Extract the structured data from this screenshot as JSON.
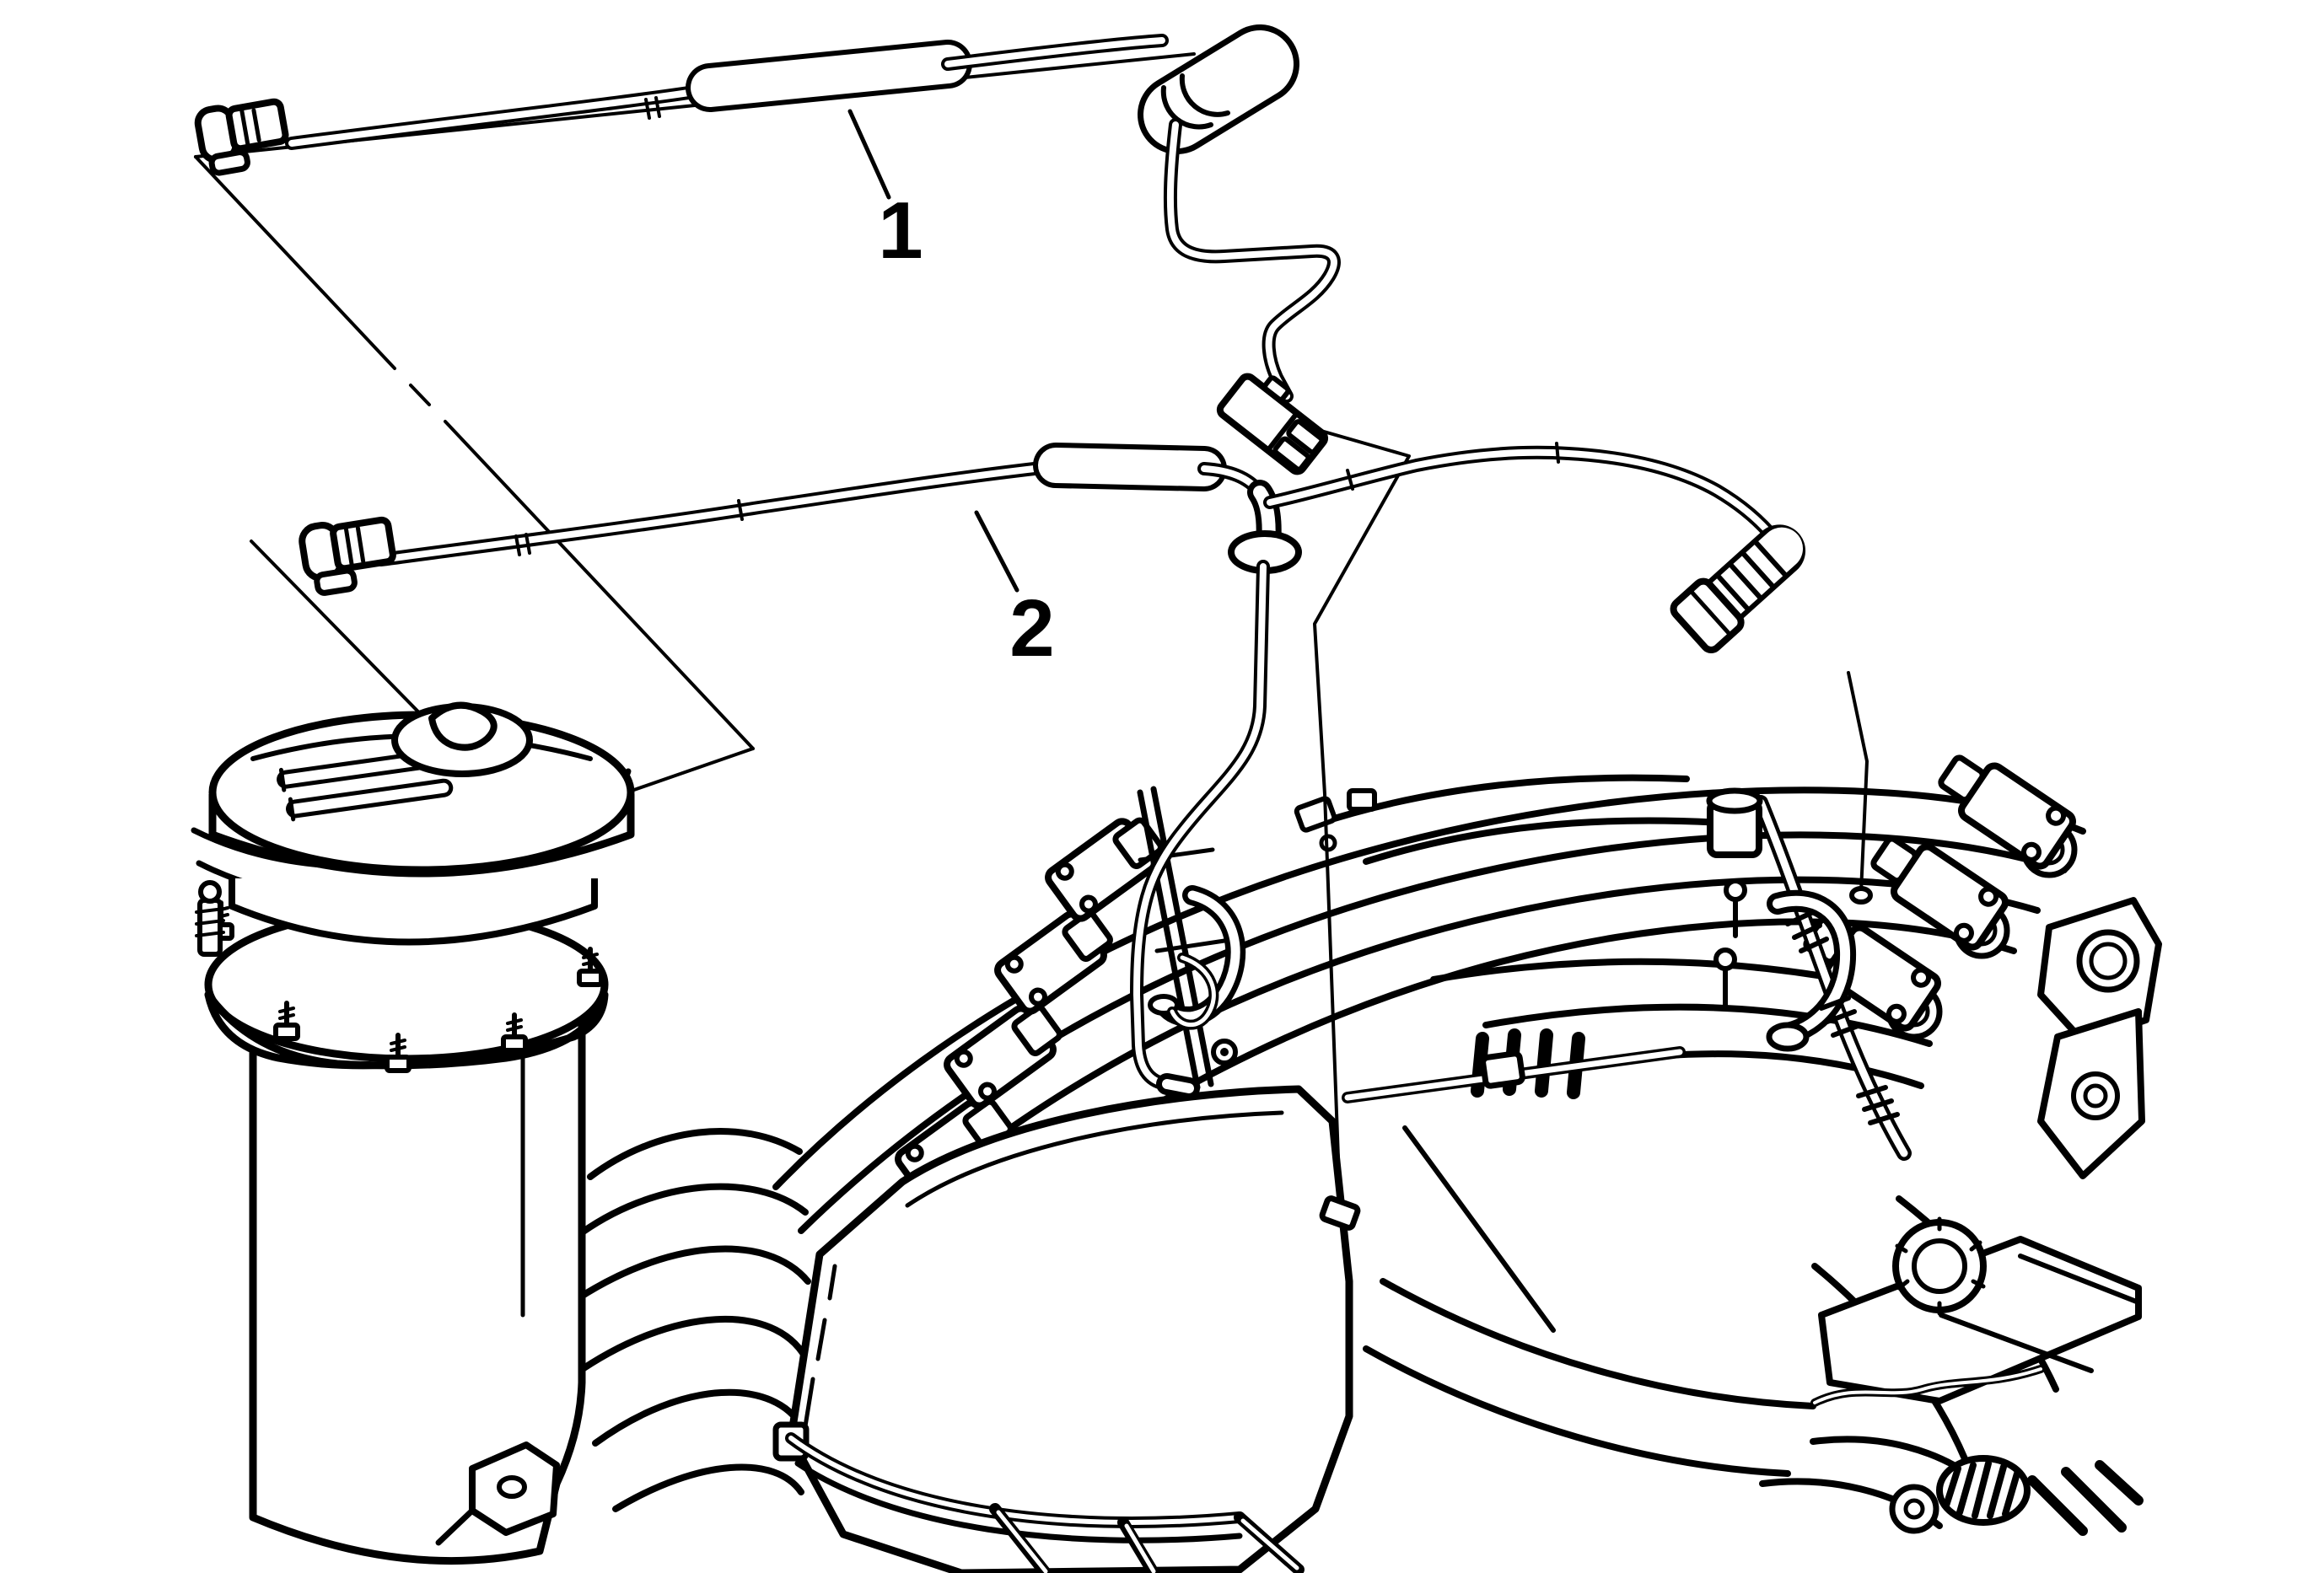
{
  "figure": {
    "type": "line-art-technical-illustration",
    "background_color": "#ffffff",
    "line_color": "#000000",
    "callout_font_color": "#000000"
  },
  "callouts": [
    {
      "label": "1",
      "target": "fuel-feed-pipe"
    },
    {
      "label": "2",
      "target": "fuel-return-evap-pipe"
    }
  ],
  "parts": {
    "pipe_1": "fuel pipe with in-line sleeve and quick-connect ends",
    "pipe_2": "fuel pipe with tee branch to engine fuel rail",
    "fuel_pump_module": "fuel tank pump module with clamp ring and canister",
    "engine": "V8 engine with intake manifold, ignition coils, fuel rails and front cover"
  }
}
